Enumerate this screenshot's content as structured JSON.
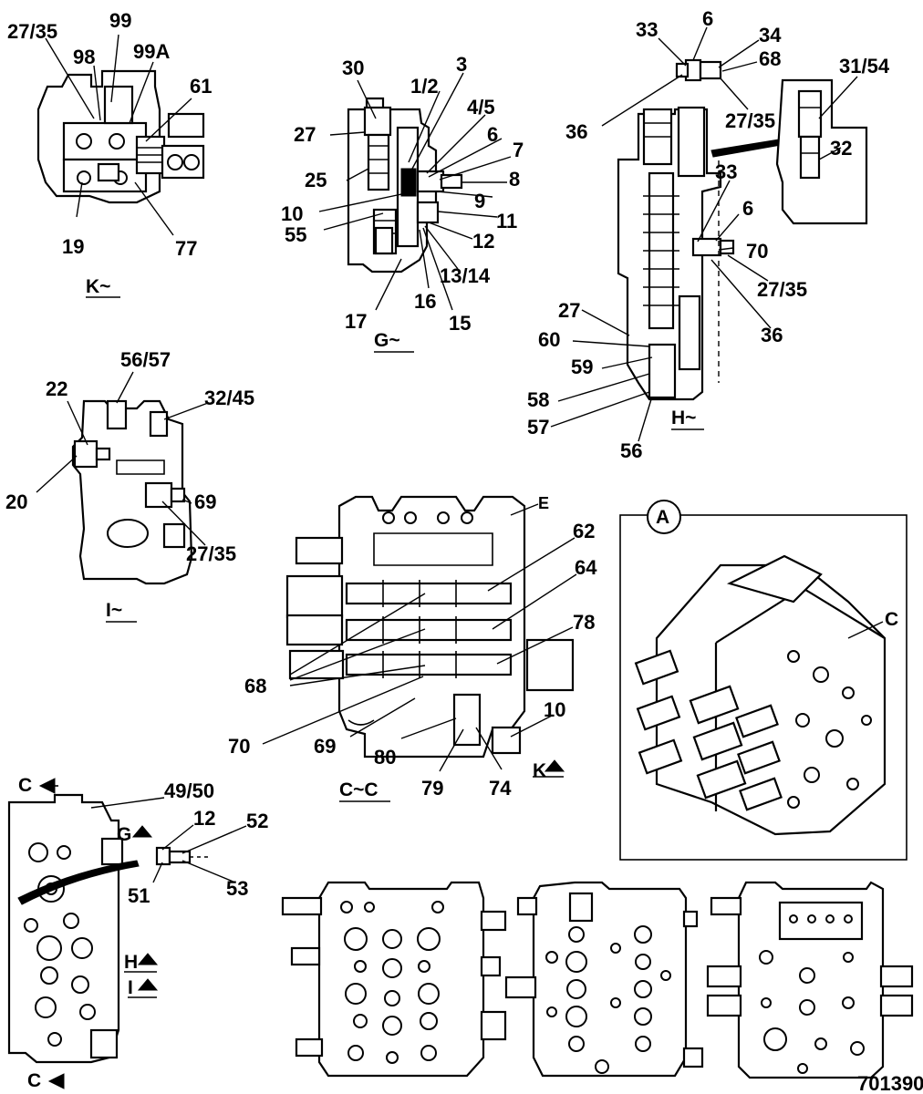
{
  "diagram": {
    "drawing_number": "701390",
    "sections": {
      "K": "K~",
      "G": "G~",
      "H": "H~",
      "I": "I~",
      "CC": "C~C",
      "A": "A"
    },
    "view_markers": {
      "c_top": "C",
      "c_bottom": "C",
      "g": "G",
      "h": "H",
      "i": "I",
      "k": "K",
      "c_iso": "C",
      "e": "E"
    },
    "callouts": {
      "k": [
        "27/35",
        "99",
        "98",
        "99A",
        "61",
        "19",
        "77"
      ],
      "g": [
        "30",
        "3",
        "1/2",
        "27",
        "4/5",
        "6",
        "7",
        "25",
        "8",
        "10",
        "9",
        "55",
        "11",
        "12",
        "13/14",
        "17",
        "16",
        "15"
      ],
      "h": [
        "33",
        "6",
        "34",
        "68",
        "31/54",
        "36",
        "27/35",
        "32",
        "33",
        "6",
        "70",
        "27/35",
        "27",
        "36",
        "60",
        "59",
        "58",
        "57",
        "56"
      ],
      "i": [
        "56/57",
        "22",
        "32/45",
        "20",
        "69",
        "27/35"
      ],
      "cc": [
        "62",
        "64",
        "78",
        "68",
        "10",
        "70",
        "69",
        "80",
        "79",
        "74"
      ],
      "left": [
        "49/50",
        "12",
        "52",
        "51",
        "53"
      ]
    }
  }
}
